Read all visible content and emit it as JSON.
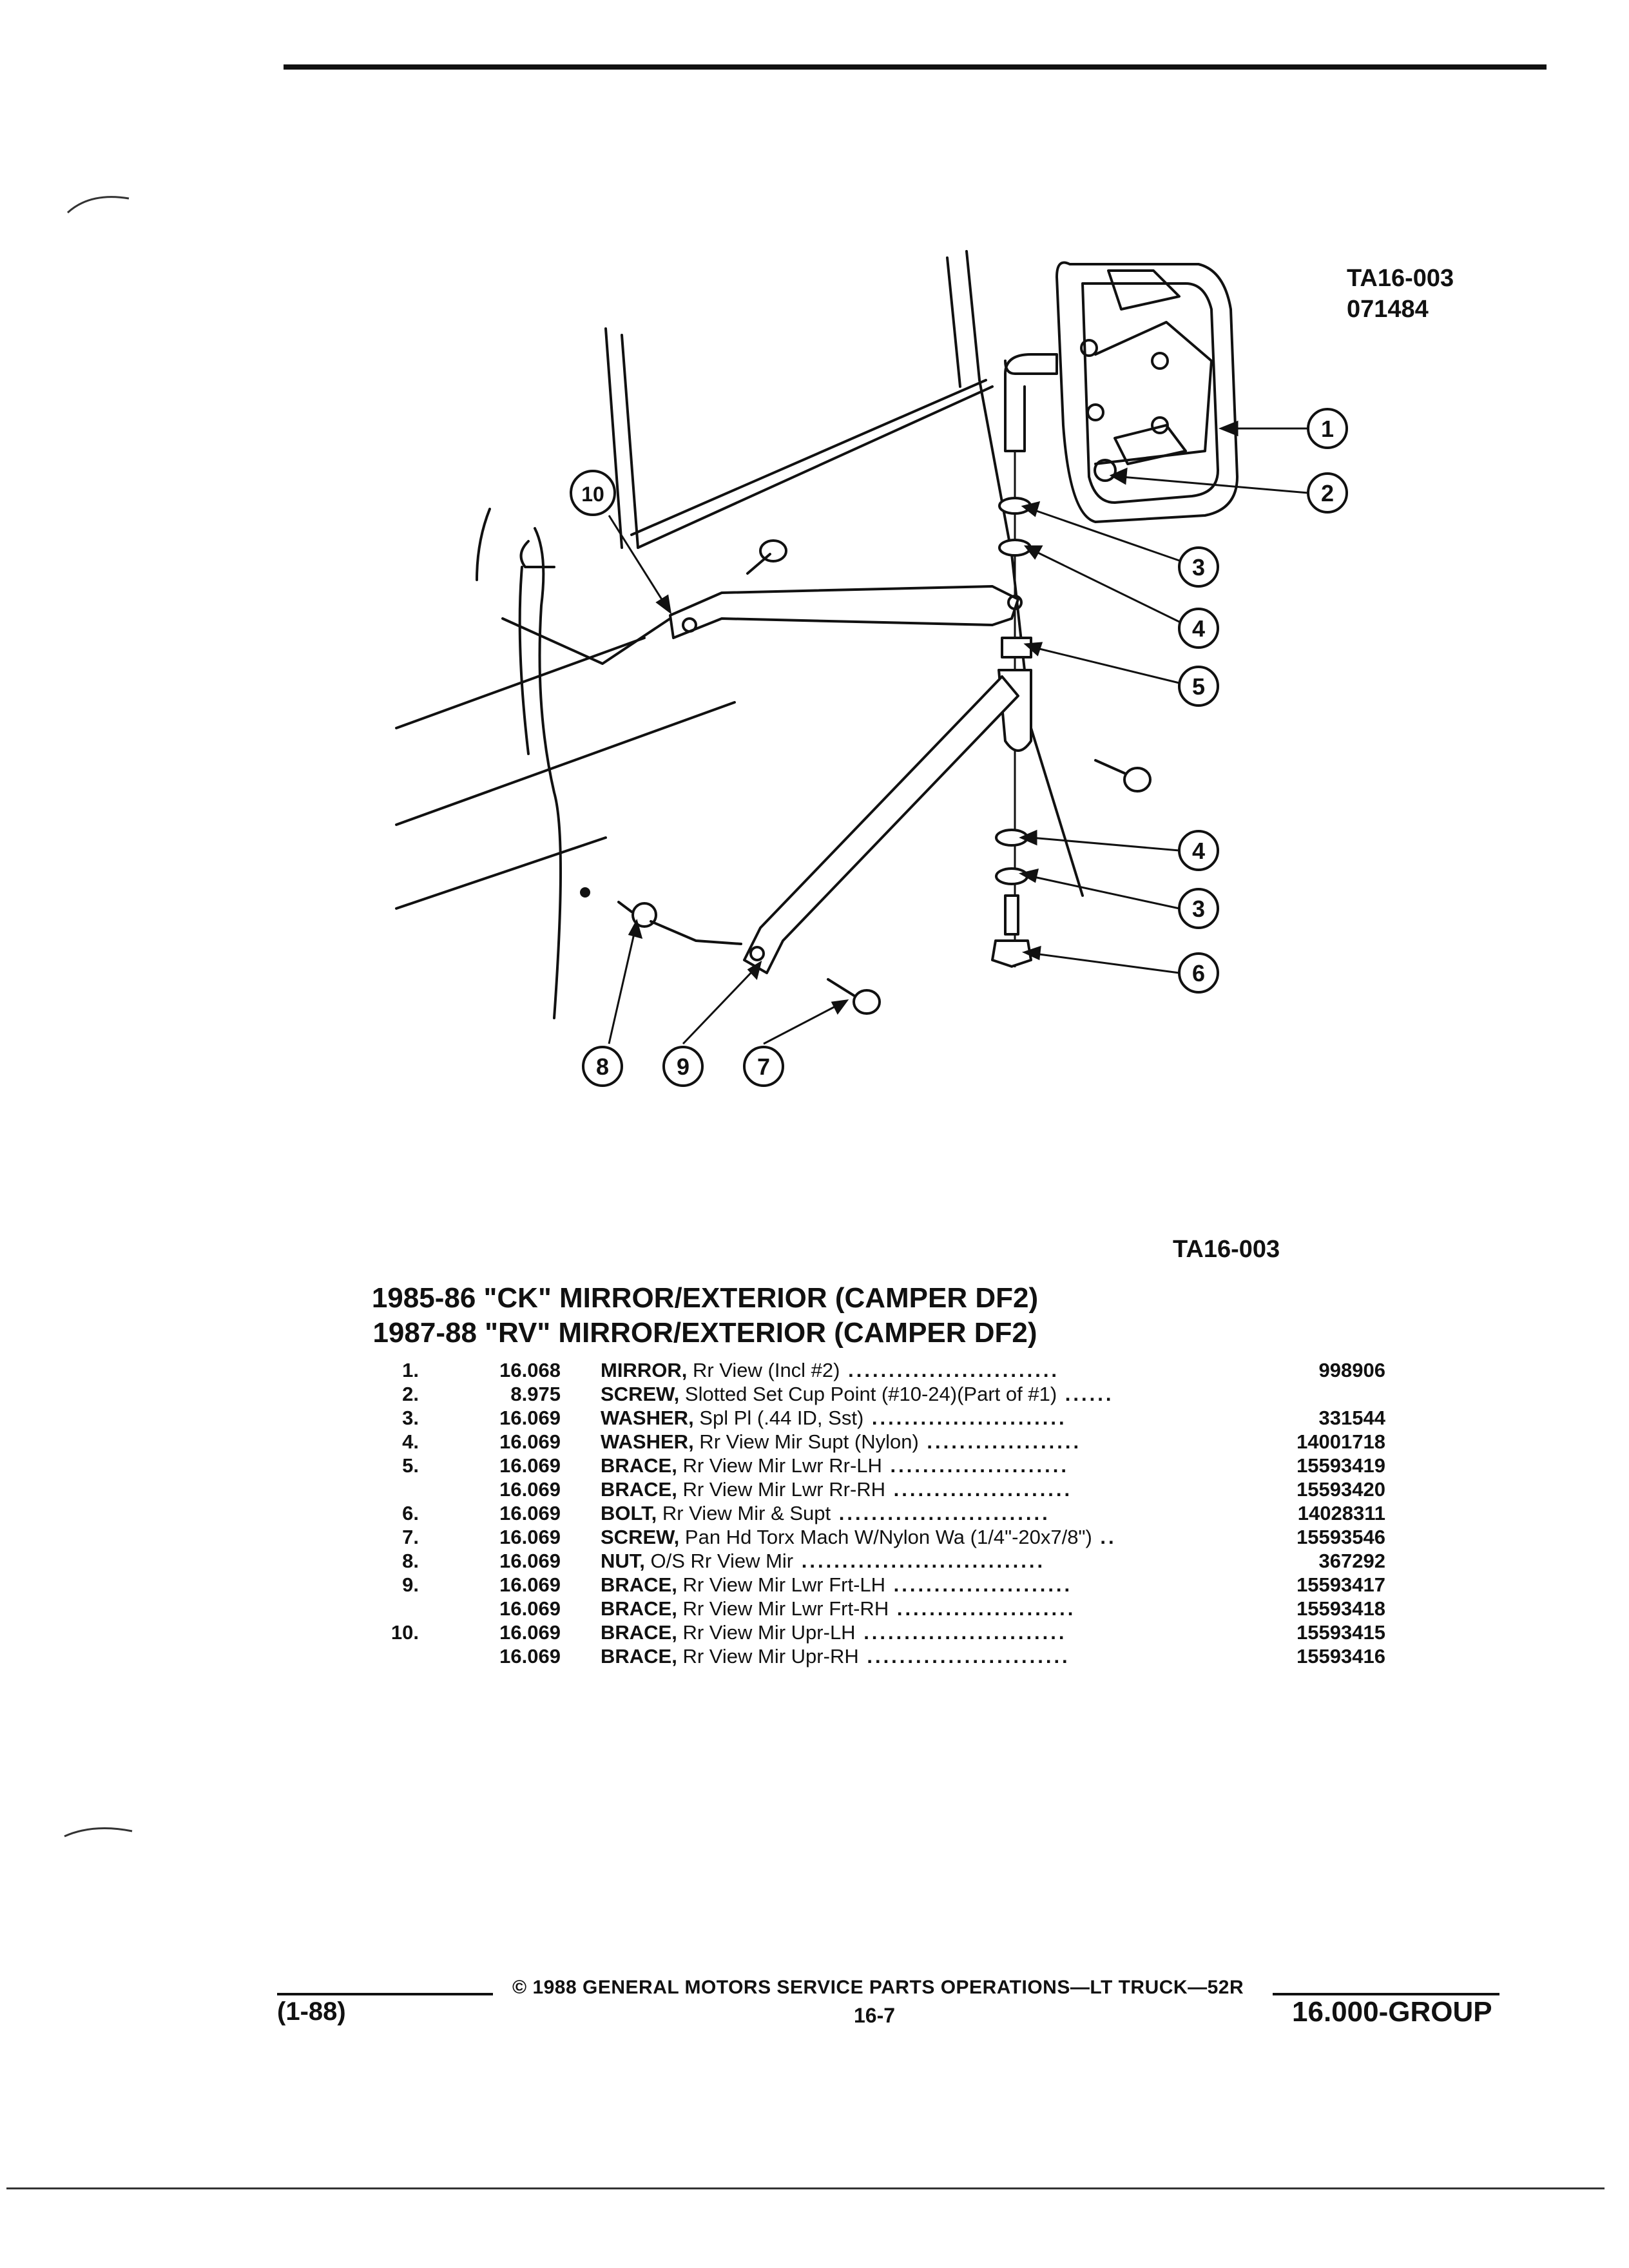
{
  "figure": {
    "code_top": "TA16-003",
    "date_code": "071484",
    "code_bottom": "TA16-003",
    "callouts": [
      "1",
      "2",
      "3",
      "4",
      "5",
      "3",
      "4",
      "6",
      "7",
      "8",
      "9",
      "10"
    ]
  },
  "title": {
    "line1": "1985-86 \"CK\" MIRROR/EXTERIOR (CAMPER DF2)",
    "line2": "1987-88 \"RV\" MIRROR/EXTERIOR (CAMPER DF2)"
  },
  "parts": [
    {
      "num": "1.",
      "group": "16.068",
      "name": "MIRROR,",
      "desc": " Rr View (Incl #2)",
      "dots": " ..........................",
      "pn": "998906"
    },
    {
      "num": "2.",
      "group": "8.975",
      "name": "SCREW,",
      "desc": " Slotted Set Cup Point (#10-24)(Part of #1)",
      "dots": " ......",
      "pn": ""
    },
    {
      "num": "3.",
      "group": "16.069",
      "name": "WASHER,",
      "desc": " Spl Pl (.44 ID, Sst)",
      "dots": " ........................",
      "pn": "331544"
    },
    {
      "num": "4.",
      "group": "16.069",
      "name": "WASHER,",
      "desc": " Rr View Mir Supt (Nylon)",
      "dots": " ...................",
      "pn": "14001718"
    },
    {
      "num": "5.",
      "group": "16.069",
      "name": "BRACE,",
      "desc": " Rr View Mir Lwr Rr-LH",
      "dots": " ......................",
      "pn": "15593419"
    },
    {
      "num": "",
      "group": "16.069",
      "name": "BRACE,",
      "desc": " Rr View Mir Lwr Rr-RH",
      "dots": " ......................",
      "pn": "15593420"
    },
    {
      "num": "6.",
      "group": "16.069",
      "name": "BOLT,",
      "desc": " Rr View Mir & Supt",
      "dots": " ..........................",
      "pn": "14028311"
    },
    {
      "num": "7.",
      "group": "16.069",
      "name": "SCREW,",
      "desc": " Pan Hd Torx Mach W/Nylon Wa (1/4\"-20x7/8\")",
      "dots": " ..",
      "pn": "15593546"
    },
    {
      "num": "8.",
      "group": "16.069",
      "name": "NUT,",
      "desc": " O/S Rr View Mir",
      "dots": " ..............................",
      "pn": "367292"
    },
    {
      "num": "9.",
      "group": "16.069",
      "name": "BRACE,",
      "desc": " Rr View Mir Lwr Frt-LH",
      "dots": " ......................",
      "pn": "15593417"
    },
    {
      "num": "",
      "group": "16.069",
      "name": "BRACE,",
      "desc": " Rr View Mir Lwr Frt-RH",
      "dots": " ......................",
      "pn": "15593418"
    },
    {
      "num": "10.",
      "group": "16.069",
      "name": "BRACE,",
      "desc": " Rr View Mir Upr-LH",
      "dots": " .........................",
      "pn": "15593415"
    },
    {
      "num": "",
      "group": "16.069",
      "name": "BRACE,",
      "desc": " Rr View Mir Upr-RH",
      "dots": " .........................",
      "pn": "15593416"
    }
  ],
  "footer": {
    "copyright": "© 1988 GENERAL MOTORS SERVICE PARTS OPERATIONS—LT TRUCK—52R",
    "date": "(1-88)",
    "page": "16-7",
    "group": "16.000-GROUP"
  }
}
